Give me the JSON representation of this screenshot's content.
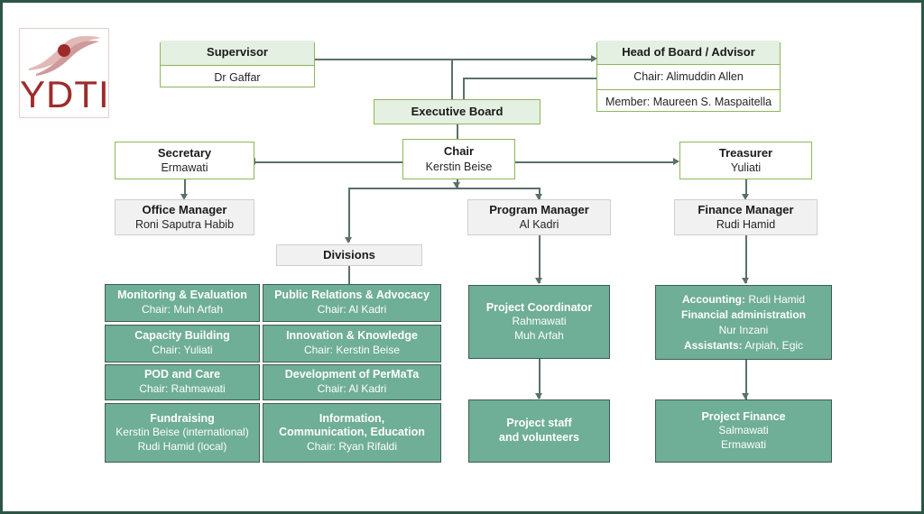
{
  "logo": {
    "text": "YDTI",
    "figure_icon": "dancing-figure-icon"
  },
  "nodes": {
    "supervisor": {
      "title": "Supervisor",
      "name": "Dr Gaffar"
    },
    "head_of_board": {
      "title": "Head of Board / Advisor",
      "chair": "Chair:  Alimuddin Allen",
      "member": "Member:  Maureen S. Maspaitella"
    },
    "executive_board": {
      "title": "Executive Board"
    },
    "chair": {
      "title": "Chair",
      "name": "Kerstin Beise"
    },
    "secretary": {
      "title": "Secretary",
      "name": "Ermawati"
    },
    "treasurer": {
      "title": "Treasurer",
      "name": "Yuliati"
    },
    "office_manager": {
      "title": "Office Manager",
      "name": "Roni Saputra Habib"
    },
    "program_manager": {
      "title": "Program Manager",
      "name": "Al Kadri"
    },
    "finance_manager": {
      "title": "Finance Manager",
      "name": "Rudi Hamid"
    },
    "divisions": {
      "title": "Divisions"
    },
    "project_coordinator": {
      "title": "Project Coordinator",
      "name1": "Rahmawati",
      "name2": "Muh Arfah"
    },
    "project_staff": {
      "title_line1": "Project staff",
      "title_line2": "and volunteers"
    },
    "project_finance": {
      "title": "Project Finance",
      "name1": "Salmawati",
      "name2": "Ermawati"
    }
  },
  "finance_detail": {
    "accounting_label": "Accounting:",
    "accounting_value": " Rudi Hamid",
    "admin_label": "Financial administration",
    "admin_value": "Nur Inzani",
    "assistants_label": "Assistants:",
    "assistants_value": " Arpiah, Egic"
  },
  "divisions_grid": [
    {
      "title": "Monitoring & Evaluation",
      "sub1": "Chair:  Muh Arfah",
      "sub2": ""
    },
    {
      "title": "Public Relations & Advocacy",
      "sub1": "Chair:  Al Kadri",
      "sub2": ""
    },
    {
      "title": "Capacity Building",
      "sub1": "Chair:  Yuliati",
      "sub2": ""
    },
    {
      "title": "Innovation & Knowledge",
      "sub1": "Chair:  Kerstin Beise",
      "sub2": ""
    },
    {
      "title": "POD and Care",
      "sub1": "Chair:  Rahmawati",
      "sub2": ""
    },
    {
      "title": "Development of PerMaTa",
      "sub1": "Chair:  Al Kadri",
      "sub2": ""
    },
    {
      "title": "Fundraising",
      "sub1": "Kerstin Beise (international)",
      "sub2": "Rudi Hamid (local)"
    },
    {
      "title_line1": "Information,",
      "title_line2": "Communication, Education",
      "sub1": "Chair:  Ryan Rifaldi",
      "sub2": ""
    }
  ],
  "colors": {
    "page_border": "#2c5545",
    "node_border_green": "#8cb758",
    "node_header_fill": "#e4f0e2",
    "grey_fill": "#f1f1f1",
    "grey_border": "#cfcfcf",
    "teal_fill": "#6fae97",
    "teal_border": "#3f5c52",
    "connector": "#5b7068",
    "logo_red": "#9e2b2b"
  }
}
